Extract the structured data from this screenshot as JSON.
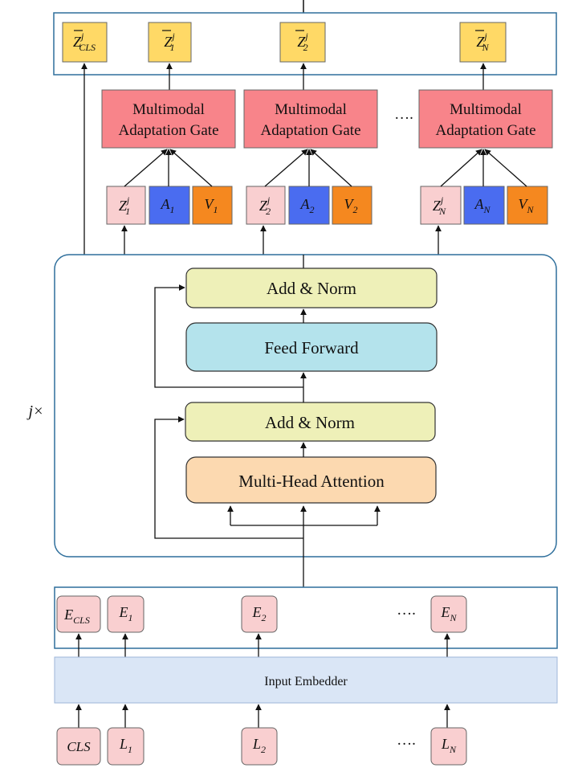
{
  "repeat_label": "j×",
  "top_outputs": [
    {
      "base": "Z",
      "sup": "j",
      "sub": "CLS",
      "bar": true
    },
    {
      "base": "Z",
      "sup": "j",
      "sub": "1",
      "bar": true
    },
    {
      "base": "Z",
      "sup": "j",
      "sub": "2",
      "bar": true
    },
    {
      "base": "Z",
      "sup": "j",
      "sub": "N",
      "bar": true
    }
  ],
  "gates": [
    {
      "line1": "Multimodal",
      "line2": "Adaptation Gate"
    },
    {
      "line1": "Multimodal",
      "line2": "Adaptation Gate"
    },
    {
      "line1": "Multimodal",
      "line2": "Adaptation Gate"
    }
  ],
  "gate_ellipsis": "….",
  "modal_inputs": [
    [
      {
        "base": "Z",
        "sup": "j",
        "sub": "1"
      },
      {
        "base": "A",
        "sup": "",
        "sub": "1"
      },
      {
        "base": "V",
        "sup": "",
        "sub": "1"
      }
    ],
    [
      {
        "base": "Z",
        "sup": "j",
        "sub": "2"
      },
      {
        "base": "A",
        "sup": "",
        "sub": "2"
      },
      {
        "base": "V",
        "sup": "",
        "sub": "2"
      }
    ],
    [
      {
        "base": "Z",
        "sup": "j",
        "sub": "N"
      },
      {
        "base": "A",
        "sup": "",
        "sub": "N"
      },
      {
        "base": "V",
        "sup": "",
        "sub": "N"
      }
    ]
  ],
  "transformer": {
    "add_norm_top": "Add & Norm",
    "feed_forward": "Feed Forward",
    "add_norm_bottom": "Add & Norm",
    "attention": "Multi-Head Attention"
  },
  "embeddings": [
    {
      "base": "E",
      "sub": "CLS"
    },
    {
      "base": "E",
      "sub": "1"
    },
    {
      "base": "E",
      "sub": "2"
    },
    {
      "base": "E",
      "sub": "N"
    }
  ],
  "embed_ellipsis": "….",
  "input_embedder": "Input Embedder",
  "tokens": [
    {
      "base": "CLS",
      "sub": ""
    },
    {
      "base": "L",
      "sub": "1"
    },
    {
      "base": "L",
      "sub": "2"
    },
    {
      "base": "L",
      "sub": "N"
    }
  ],
  "token_ellipsis": "….",
  "colors": {
    "output_fill": "#ffd966",
    "gate_fill": "#f8848a",
    "z_fill": "#f9cfd0",
    "a_fill": "#4a6cf0",
    "v_fill": "#f5881f",
    "add_norm_fill": "#eef0b8",
    "feed_forward_fill": "#b4e3ec",
    "attention_fill": "#fcd9b0",
    "embedder_fill": "#dae6f6",
    "token_fill": "#f9cfd0",
    "frame_stroke": "#2f6f9c"
  }
}
